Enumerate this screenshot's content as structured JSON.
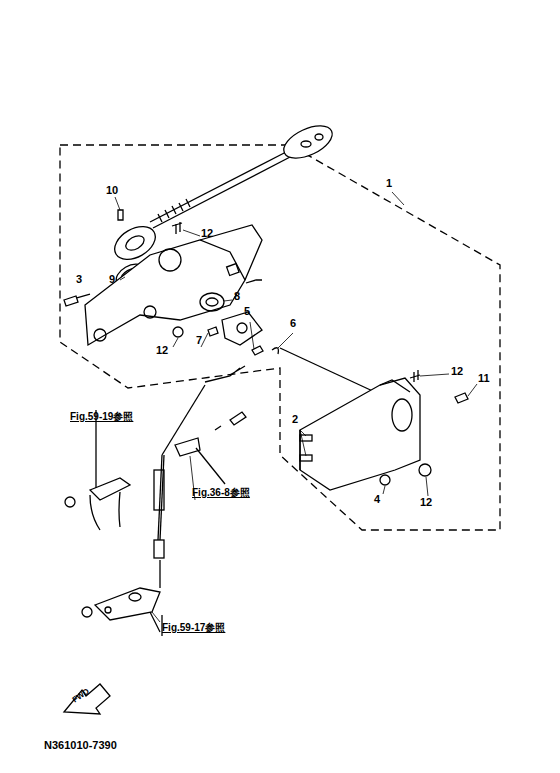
{
  "diagram": {
    "labels": [
      "1",
      "10",
      "12",
      "3",
      "9",
      "8",
      "5",
      "6",
      "12",
      "7",
      "2",
      "12",
      "11",
      "4",
      "12",
      "Fig.59-19参照",
      "Fig.36-8参照",
      "Fig.59-17参照",
      "FWD",
      "N361010-7390"
    ]
  }
}
